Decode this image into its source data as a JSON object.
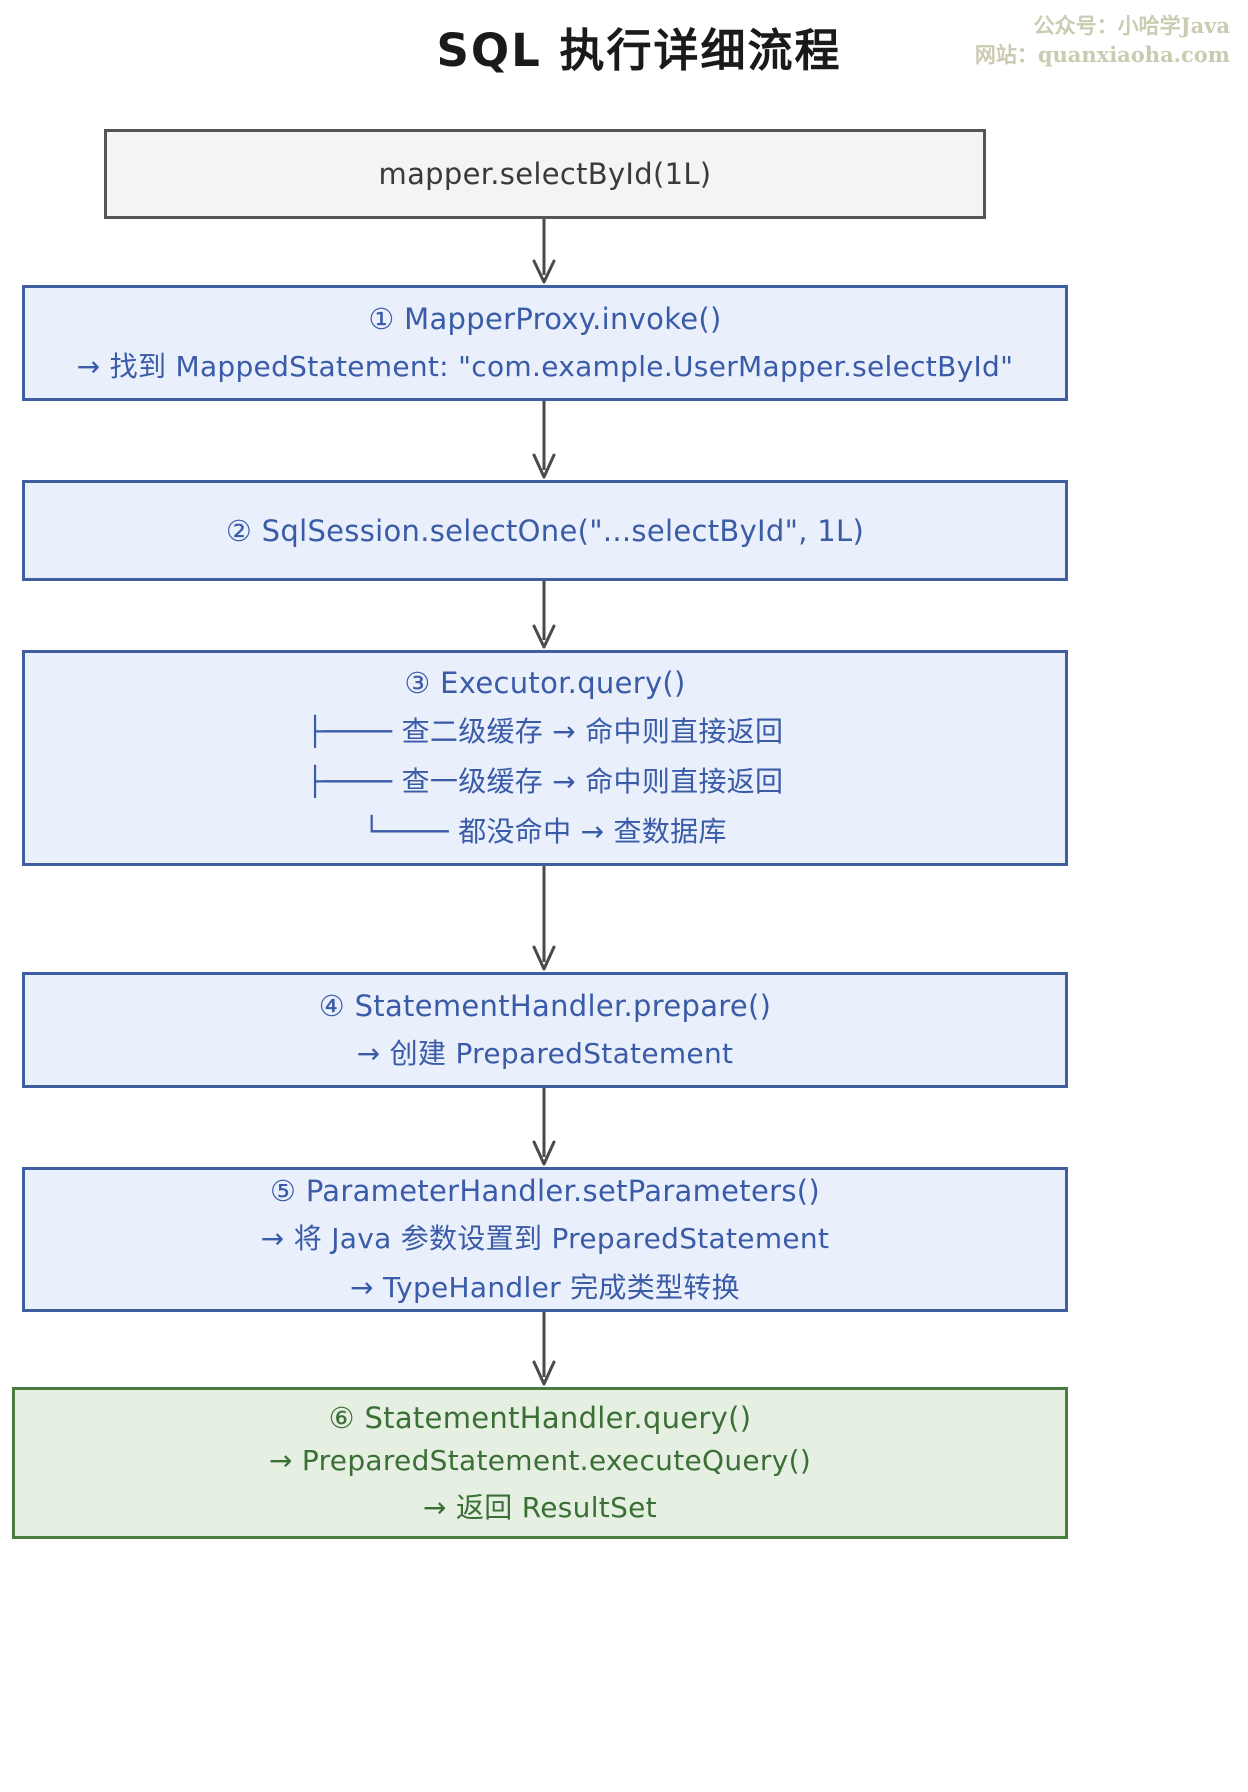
{
  "header": {
    "title": "SQL 执行详细流程",
    "watermark_line1": "公众号：小哈学Java",
    "watermark_line2": "网站：quanxiaoha.com"
  },
  "colors": {
    "gray_fill": "#f4f4f4",
    "gray_border": "#555555",
    "blue_fill": "#e9effb",
    "blue_border": "#3f5fa0",
    "blue_text": "#3a5ba8",
    "green_fill": "#e6f0e2",
    "green_border": "#4a7c3f",
    "green_text": "#3a6f35",
    "arrow": "#4a4a4a",
    "watermark": "#c9c8ae",
    "title": "#1a1a1a"
  },
  "nodes": [
    {
      "id": "entry",
      "style": "gray",
      "lines": [
        "mapper.selectById(1L)"
      ]
    },
    {
      "id": "step1",
      "style": "blue",
      "lines": [
        "① MapperProxy.invoke()",
        "→ 找到 MappedStatement: \"com.example.UserMapper.selectById\""
      ]
    },
    {
      "id": "step2",
      "style": "blue",
      "lines": [
        "② SqlSession.selectOne(\"...selectById\", 1L)"
      ]
    },
    {
      "id": "step3",
      "style": "blue",
      "lines": [
        "③ Executor.query()",
        "├──── 查二级缓存 → 命中则直接返回",
        "├──── 查一级缓存 → 命中则直接返回",
        "└──── 都没命中 → 查数据库"
      ]
    },
    {
      "id": "step4",
      "style": "blue",
      "lines": [
        "④ StatementHandler.prepare()",
        "→ 创建 PreparedStatement"
      ]
    },
    {
      "id": "step5",
      "style": "blue",
      "lines": [
        "⑤ ParameterHandler.setParameters()",
        "→ 将 Java 参数设置到 PreparedStatement",
        "→ TypeHandler 完成类型转换"
      ]
    },
    {
      "id": "step6",
      "style": "green",
      "lines": [
        "⑥ StatementHandler.query()",
        "→ PreparedStatement.executeQuery()",
        "→ 返回 ResultSet"
      ]
    }
  ]
}
